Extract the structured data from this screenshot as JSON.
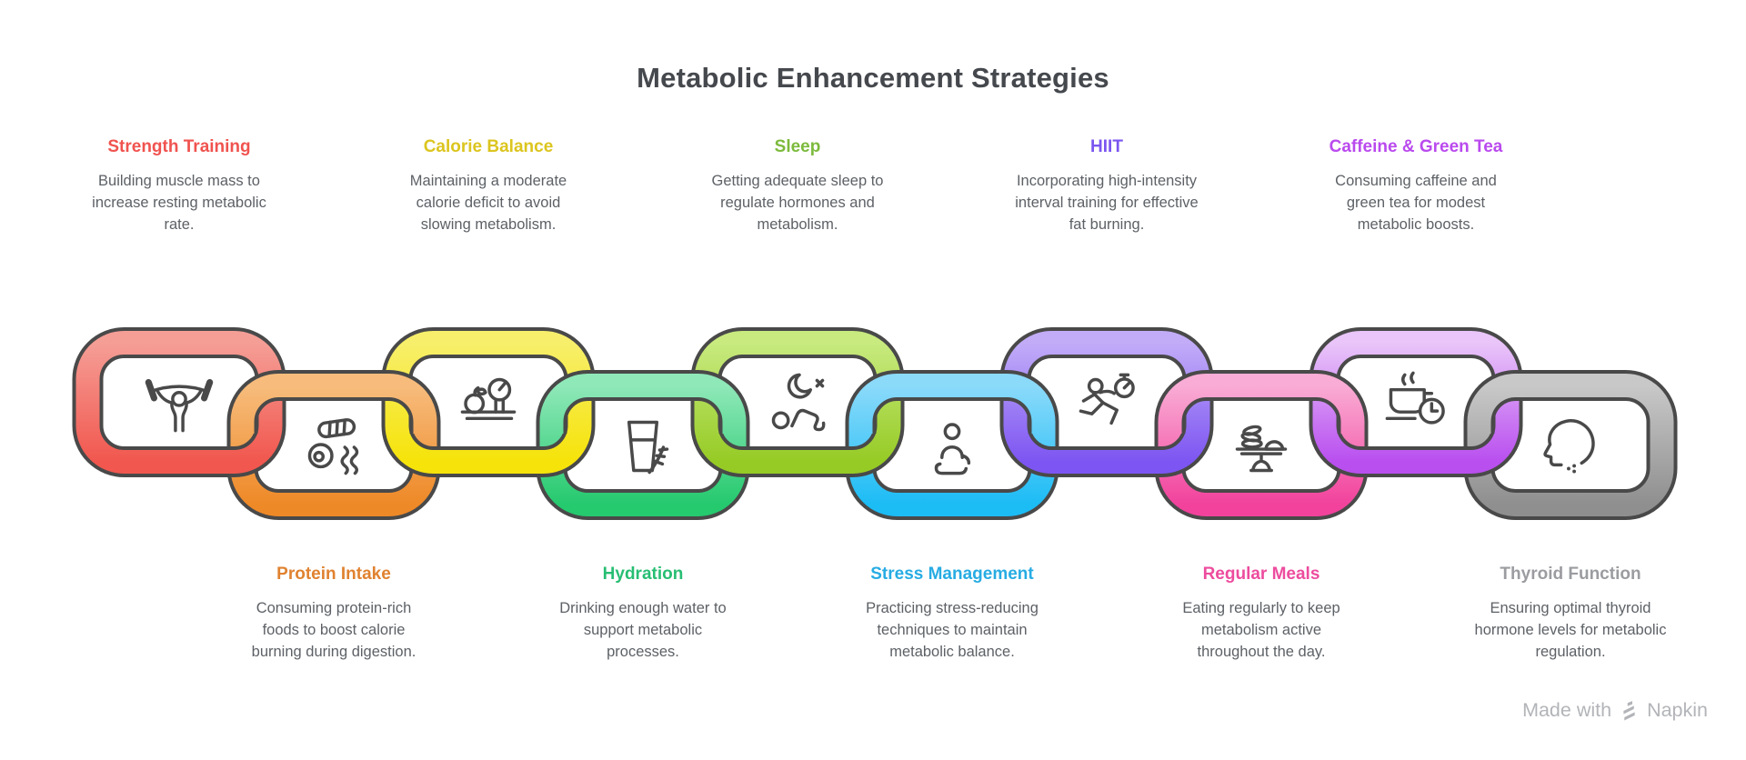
{
  "title": "Metabolic Enhancement Strategies",
  "watermark": {
    "prefix": "Made with",
    "brand": "Napkin",
    "logo_icon": "napkin-logo-icon"
  },
  "colors": {
    "background": "#FFFFFF",
    "title_text": "#45484D",
    "body_text": "#5D6166",
    "chain_outline": "#494949",
    "watermark_text": "#B2B4B8"
  },
  "items": [
    {
      "id": "strength-training",
      "position": "top",
      "label": "Strength Training",
      "description": "Building muscle mass to increase resting metabolic rate.",
      "label_color": "#F0534F",
      "link_gradient": [
        "#F59E96",
        "#F1574E"
      ],
      "icon": "weightlifter-icon"
    },
    {
      "id": "protein-intake",
      "position": "bottom",
      "label": "Protein Intake",
      "description": "Consuming protein-rich foods to boost calorie burning during digestion.",
      "label_color": "#E08230",
      "link_gradient": [
        "#F7BC7C",
        "#EE8927"
      ],
      "icon": "protein-foods-icon"
    },
    {
      "id": "calorie-balance",
      "position": "top",
      "label": "Calorie Balance",
      "description": "Maintaining a moderate calorie deficit to avoid slowing metabolism.",
      "label_color": "#DCC51F",
      "link_gradient": [
        "#F7EF6B",
        "#F6E30A"
      ],
      "icon": "food-scale-icon"
    },
    {
      "id": "hydration",
      "position": "bottom",
      "label": "Hydration",
      "description": "Drinking enough water to support metabolic processes.",
      "label_color": "#27BE73",
      "link_gradient": [
        "#8FE8B8",
        "#25C96E"
      ],
      "icon": "water-glass-icon"
    },
    {
      "id": "sleep",
      "position": "top",
      "label": "Sleep",
      "description": "Getting adequate sleep to regulate hormones and metabolism.",
      "label_color": "#7CBA3C",
      "link_gradient": [
        "#C8EA7F",
        "#96CB25"
      ],
      "icon": "sleep-moon-icon"
    },
    {
      "id": "stress-management",
      "position": "bottom",
      "label": "Stress Management",
      "description": "Practicing stress-reducing techniques to maintain metabolic balance.",
      "label_color": "#27ACE3",
      "link_gradient": [
        "#8BDAFA",
        "#1CBCF5"
      ],
      "icon": "meditation-icon"
    },
    {
      "id": "hiit",
      "position": "top",
      "label": "HIIT",
      "description": "Incorporating high-intensity interval training for effective fat burning.",
      "label_color": "#7A55F0",
      "link_gradient": [
        "#C2ACF8",
        "#7D55F2"
      ],
      "icon": "runner-stopwatch-icon"
    },
    {
      "id": "regular-meals",
      "position": "bottom",
      "label": "Regular Meals",
      "description": "Eating regularly to keep metabolism active throughout the day.",
      "label_color": "#ED4C9E",
      "link_gradient": [
        "#F9ACD5",
        "#F2429C"
      ],
      "icon": "meal-stand-icon"
    },
    {
      "id": "caffeine-green-tea",
      "position": "top",
      "label": "Caffeine & Green Tea",
      "description": "Consuming caffeine and green tea for modest metabolic boosts.",
      "label_color": "#BA4AEE",
      "link_gradient": [
        "#E9C5F9",
        "#B94FEF"
      ],
      "icon": "coffee-clock-icon"
    },
    {
      "id": "thyroid-function",
      "position": "bottom",
      "label": "Thyroid Function",
      "description": "Ensuring optimal thyroid hormone levels for metabolic regulation.",
      "label_color": "#9B9CA0",
      "link_gradient": [
        "#C8C8C8",
        "#8F8F8F"
      ],
      "icon": "head-profile-icon"
    }
  ]
}
